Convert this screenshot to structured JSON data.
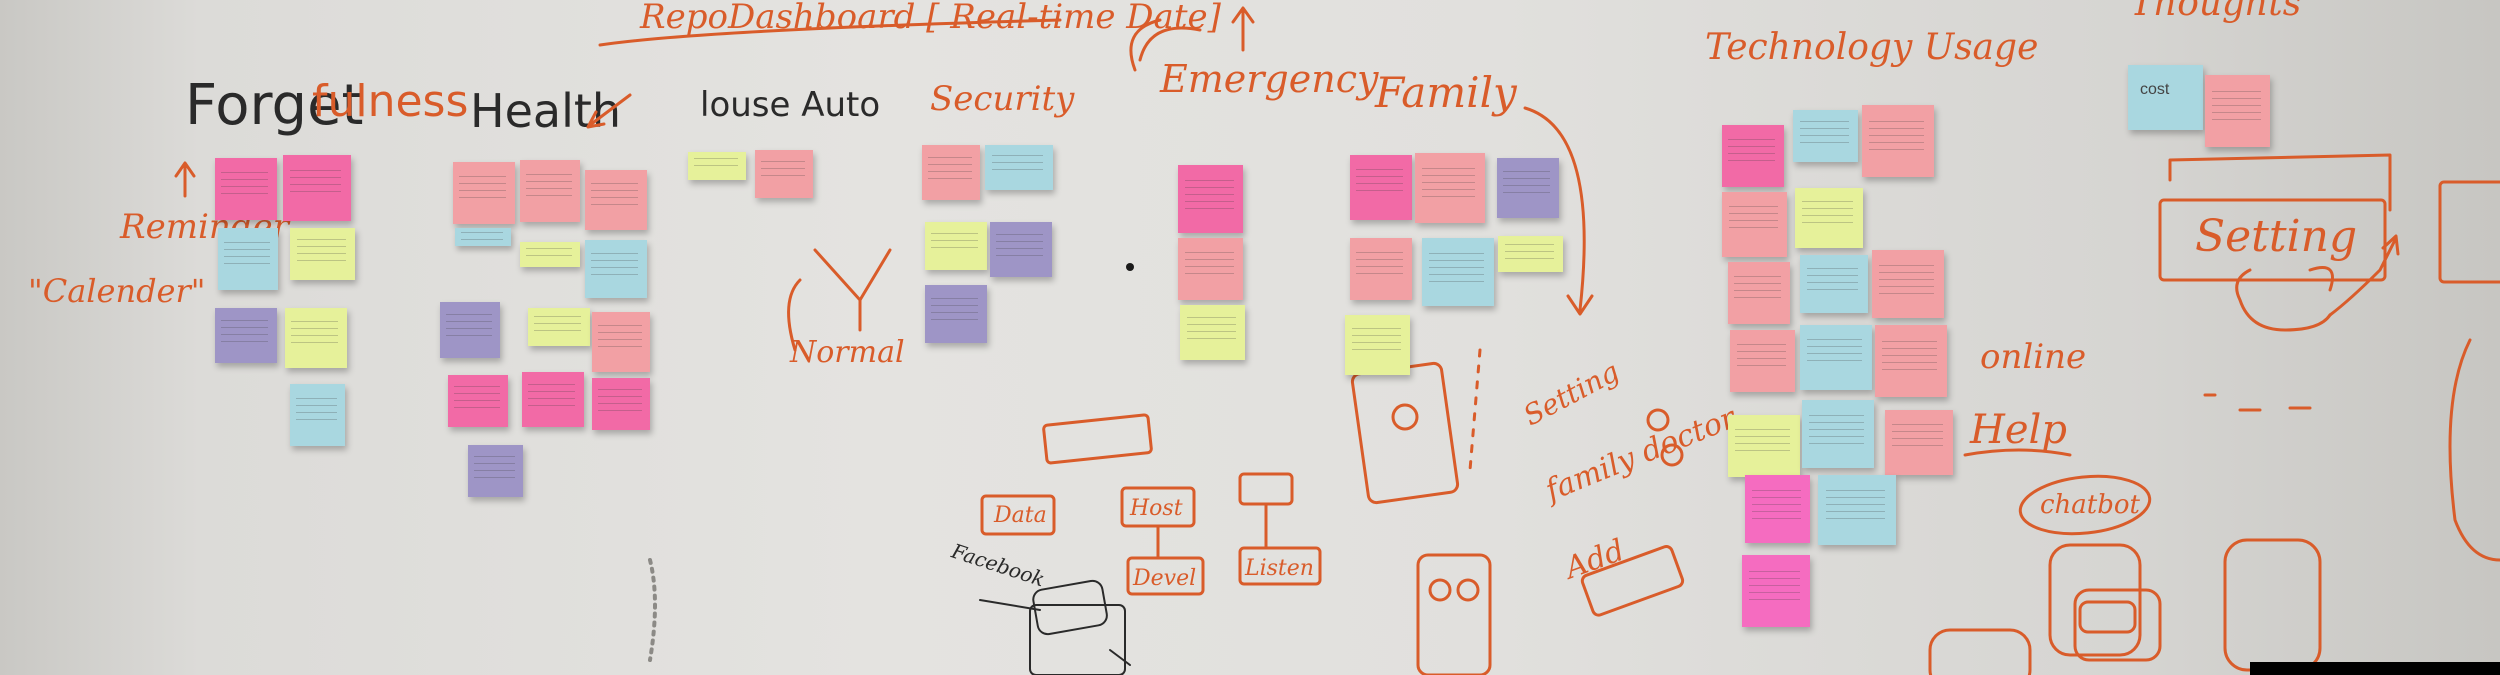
{
  "headings": {
    "forgetfulness_black": "Forget",
    "forgetfulness_orange": "fulness",
    "health": "Health",
    "house_auto": "louse Auto",
    "repo_dashboard": "RepoDashboard [ Real-time Date]",
    "security": "Security",
    "emergency": "Emergency",
    "family": "Family",
    "technology_usage": "Technology Usage",
    "thoughts": "Thoughts"
  },
  "annotations": {
    "reminder": "Reminder",
    "calender": "\"Calender\"",
    "normal": "Normal",
    "setting_side": "Setting",
    "family_doctor": "family doctor",
    "add": "Add",
    "online": "online",
    "help": "Help",
    "chatbot": "chatbot",
    "setting_box": "Setting",
    "data": "Data",
    "host": "Host",
    "device": "Devel",
    "listen": "Listen",
    "facebook": "Facebook",
    "cost_note": "cost"
  },
  "colors": {
    "ink_orange": "#d95c2a",
    "ink_black": "#2a2a2a",
    "note_pink": "#f26aa6",
    "note_salmon": "#f2a0a4",
    "note_blue": "#a9d7e0",
    "note_yellow": "#e6f19a",
    "note_purple": "#9e95c6"
  }
}
